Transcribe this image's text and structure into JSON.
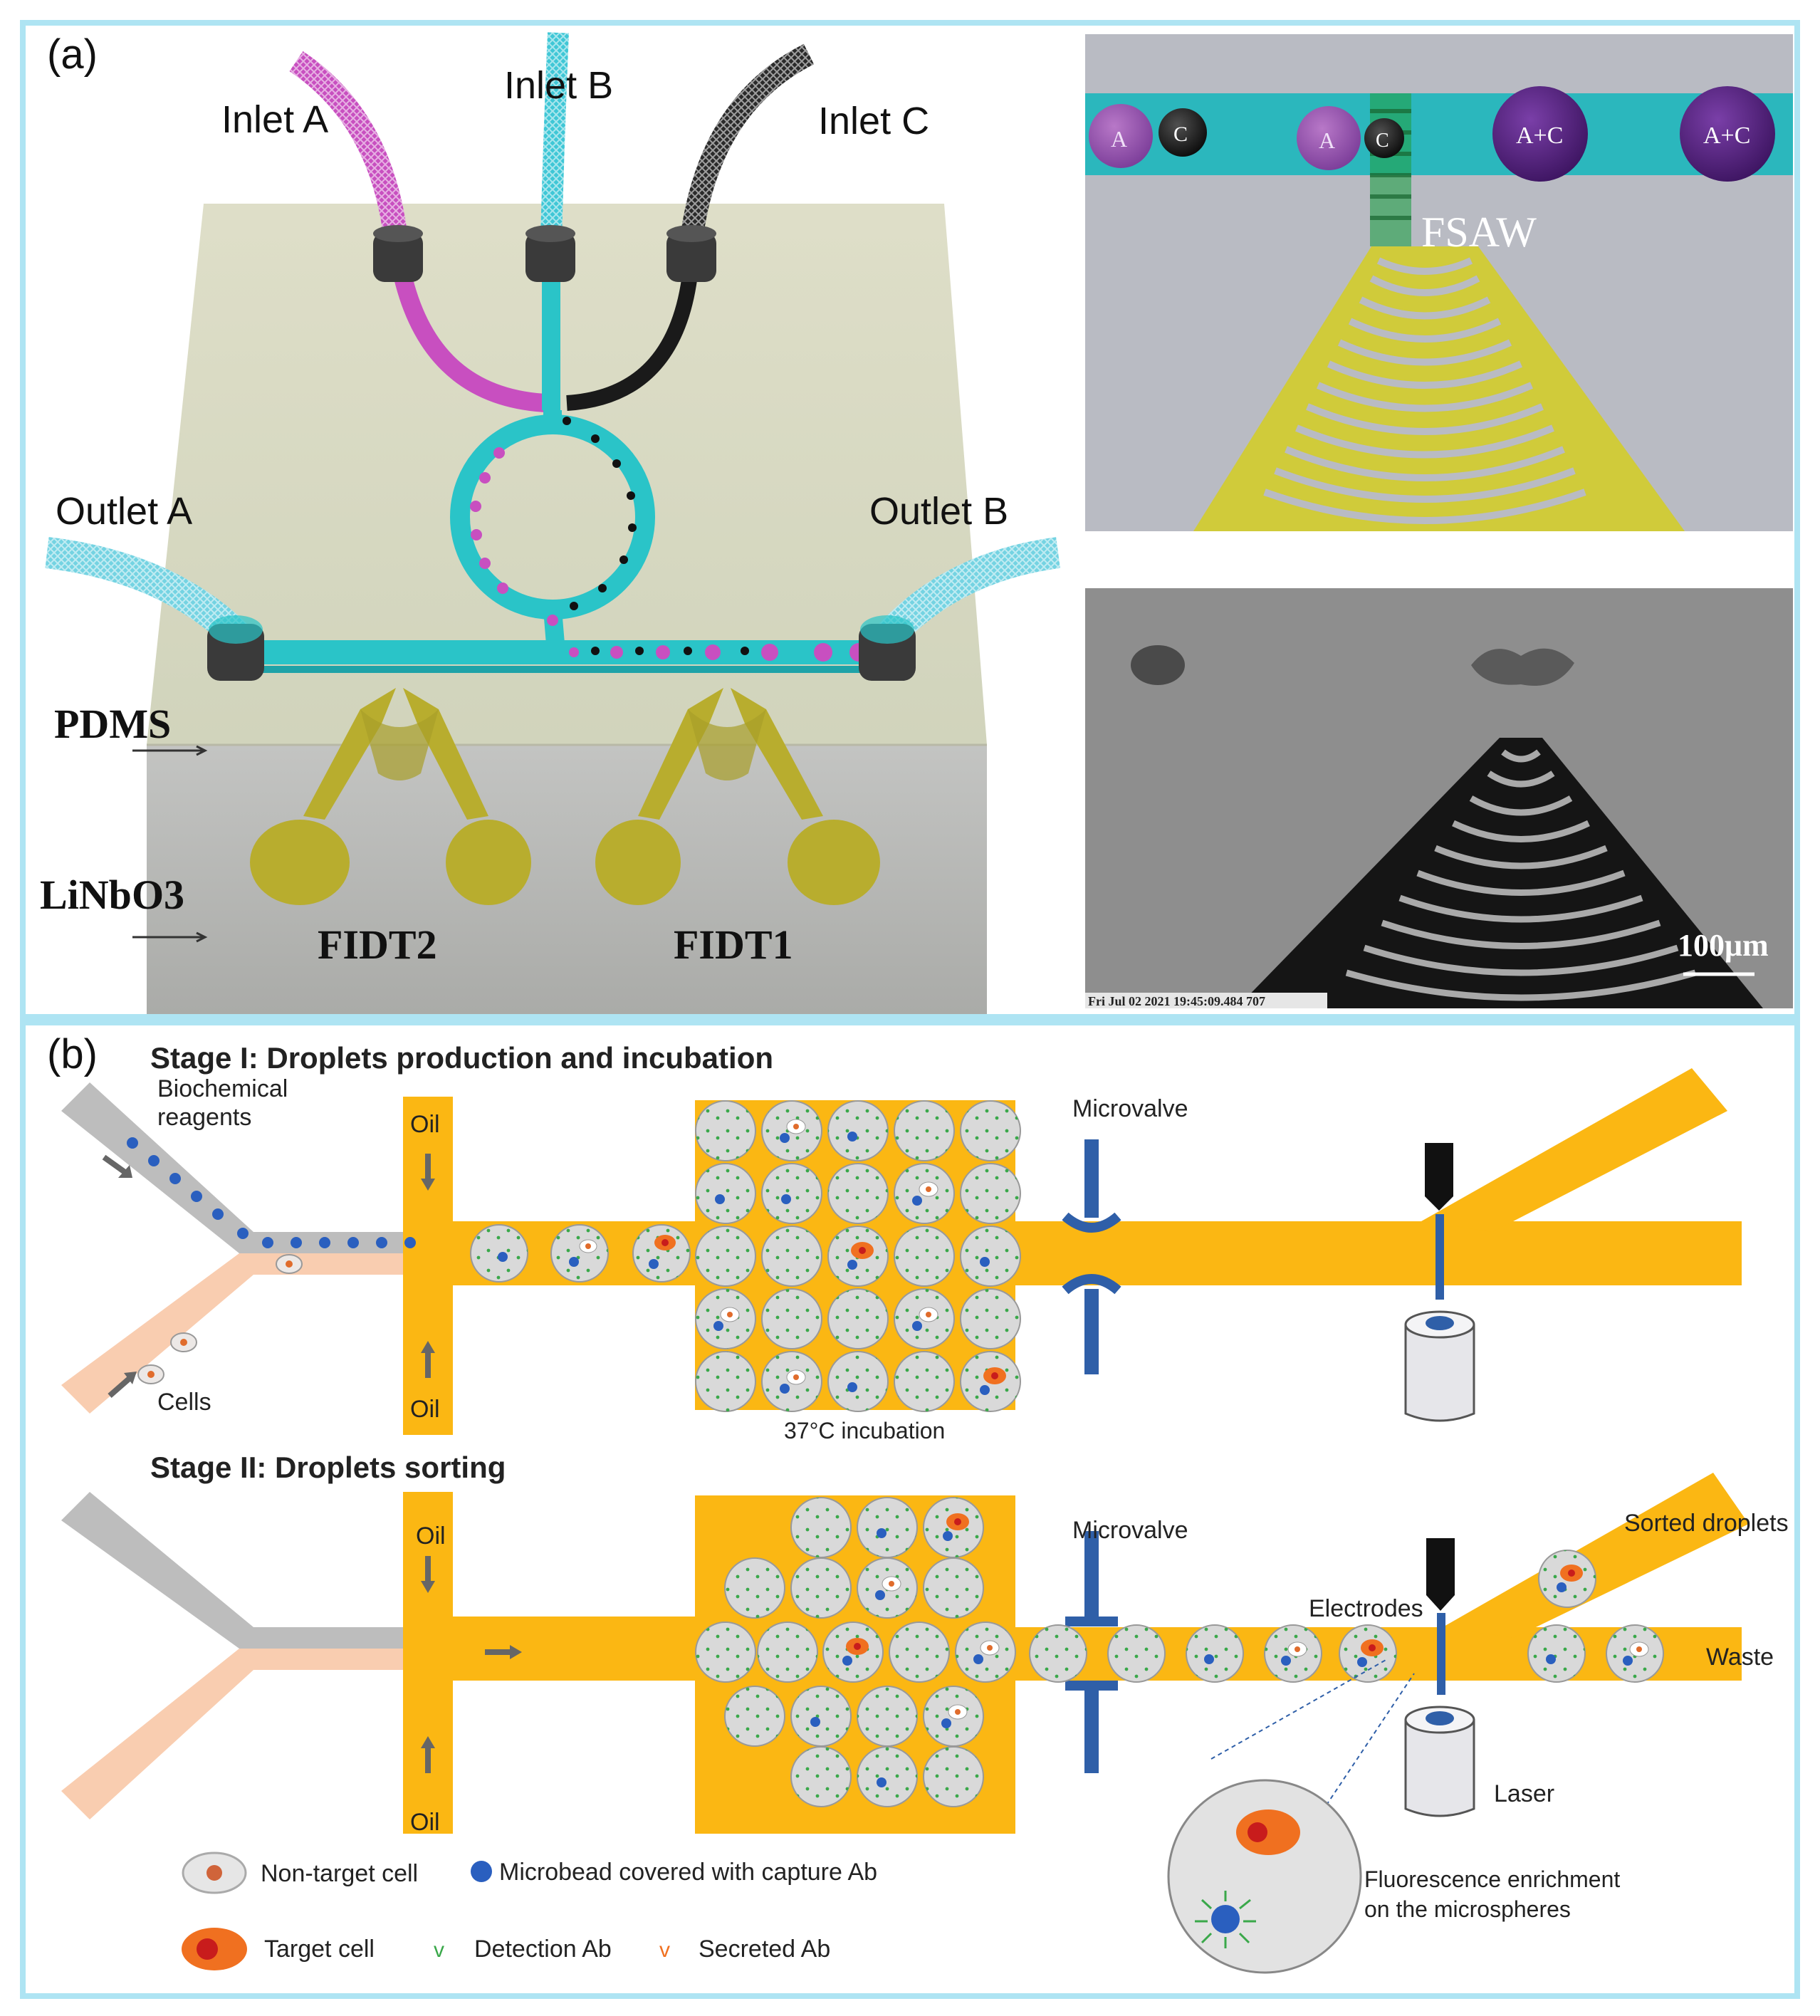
{
  "panel_a": {
    "label": "(a)",
    "inlets": [
      "Inlet A",
      "Inlet B",
      "Inlet C"
    ],
    "outlets": [
      "Outlet A",
      "Outlet B"
    ],
    "materials": [
      "PDMS",
      "LiNbO3"
    ],
    "electrodes": [
      "FIDT2",
      "FIDT1"
    ],
    "droplet_labels": [
      "A",
      "C",
      "A",
      "C",
      "A+C",
      "A+C"
    ],
    "wave_label": "FSAW",
    "scale_bar": "100μm",
    "timestamp": "Fri Jul 02 2021 19:45:09.484 707",
    "colors": {
      "channel": "#2ac4c8",
      "inlet_a": "#c84fc0",
      "inlet_c": "#1a1a1a",
      "electrode": "#b8ad2e",
      "pdms": "#d6d8c2",
      "substrate": "#b5b6b3"
    }
  },
  "panel_b": {
    "label": "(b)",
    "stage1_title": "Stage I: Droplets production and incubation",
    "stage2_title": "Stage II: Droplets sorting",
    "inputs": [
      "Biochemical",
      "reagents",
      "Cells"
    ],
    "oil": "Oil",
    "microvalve": "Microvalve",
    "incubation": "37°C incubation",
    "electrodes": "Electrodes",
    "laser": "Laser",
    "sorted": "Sorted droplets",
    "waste": "Waste",
    "fluorescence": [
      "Fluorescence enrichment",
      "on the microspheres"
    ],
    "legend": {
      "non_target": "Non-target cell",
      "microbead": "Microbead covered with capture Ab",
      "target": "Target cell",
      "detection_ab": "Detection Ab",
      "secreted_ab": "Secreted Ab",
      "detection_glyph": "v",
      "secreted_glyph": "v"
    },
    "colors": {
      "channel": "#fbb713",
      "reagent": "#bdbdbd",
      "cells": "#f9cdb0",
      "valve": "#2f5fa8",
      "bead": "#2a5fbf",
      "target": "#f07020"
    }
  }
}
